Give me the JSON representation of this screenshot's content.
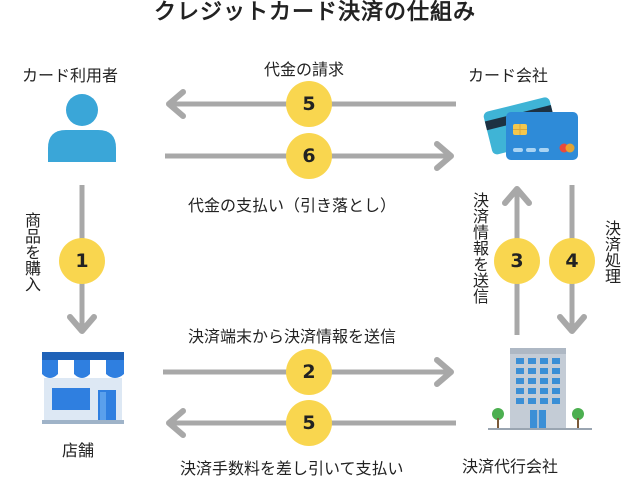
{
  "title": "クレジットカード決済の仕組み",
  "actors": {
    "user": "カード利用者",
    "card_company": "カード会社",
    "store": "店舗",
    "agency": "決済代行会社"
  },
  "steps": {
    "s5_top": {
      "num": "5",
      "label": "代金の請求"
    },
    "s6": {
      "num": "6",
      "label": "代金の支払い（引き落とし）"
    },
    "s1": {
      "num": "1",
      "label": "商品を購入"
    },
    "s2": {
      "num": "2",
      "label": "決済端末から決済情報を送信"
    },
    "s3": {
      "num": "3",
      "label": "決済情報を送信"
    },
    "s4": {
      "num": "4",
      "label": "決済処理"
    },
    "s5_bottom": {
      "num": "5",
      "label": "決済手数料を差し引いて支払い"
    }
  },
  "colors": {
    "arrow": "#a8a8a8",
    "badge": "#f9d64f",
    "person": "#3aa6d8",
    "store_awning": "#2f7fe0",
    "card_blue": "#2e8bd8",
    "card_teal": "#3fb4d6",
    "building": "#c4ccd6"
  },
  "icons": {
    "user": "person-icon",
    "card_company": "credit-cards-icon",
    "store": "storefront-icon",
    "agency": "office-building-icon"
  }
}
